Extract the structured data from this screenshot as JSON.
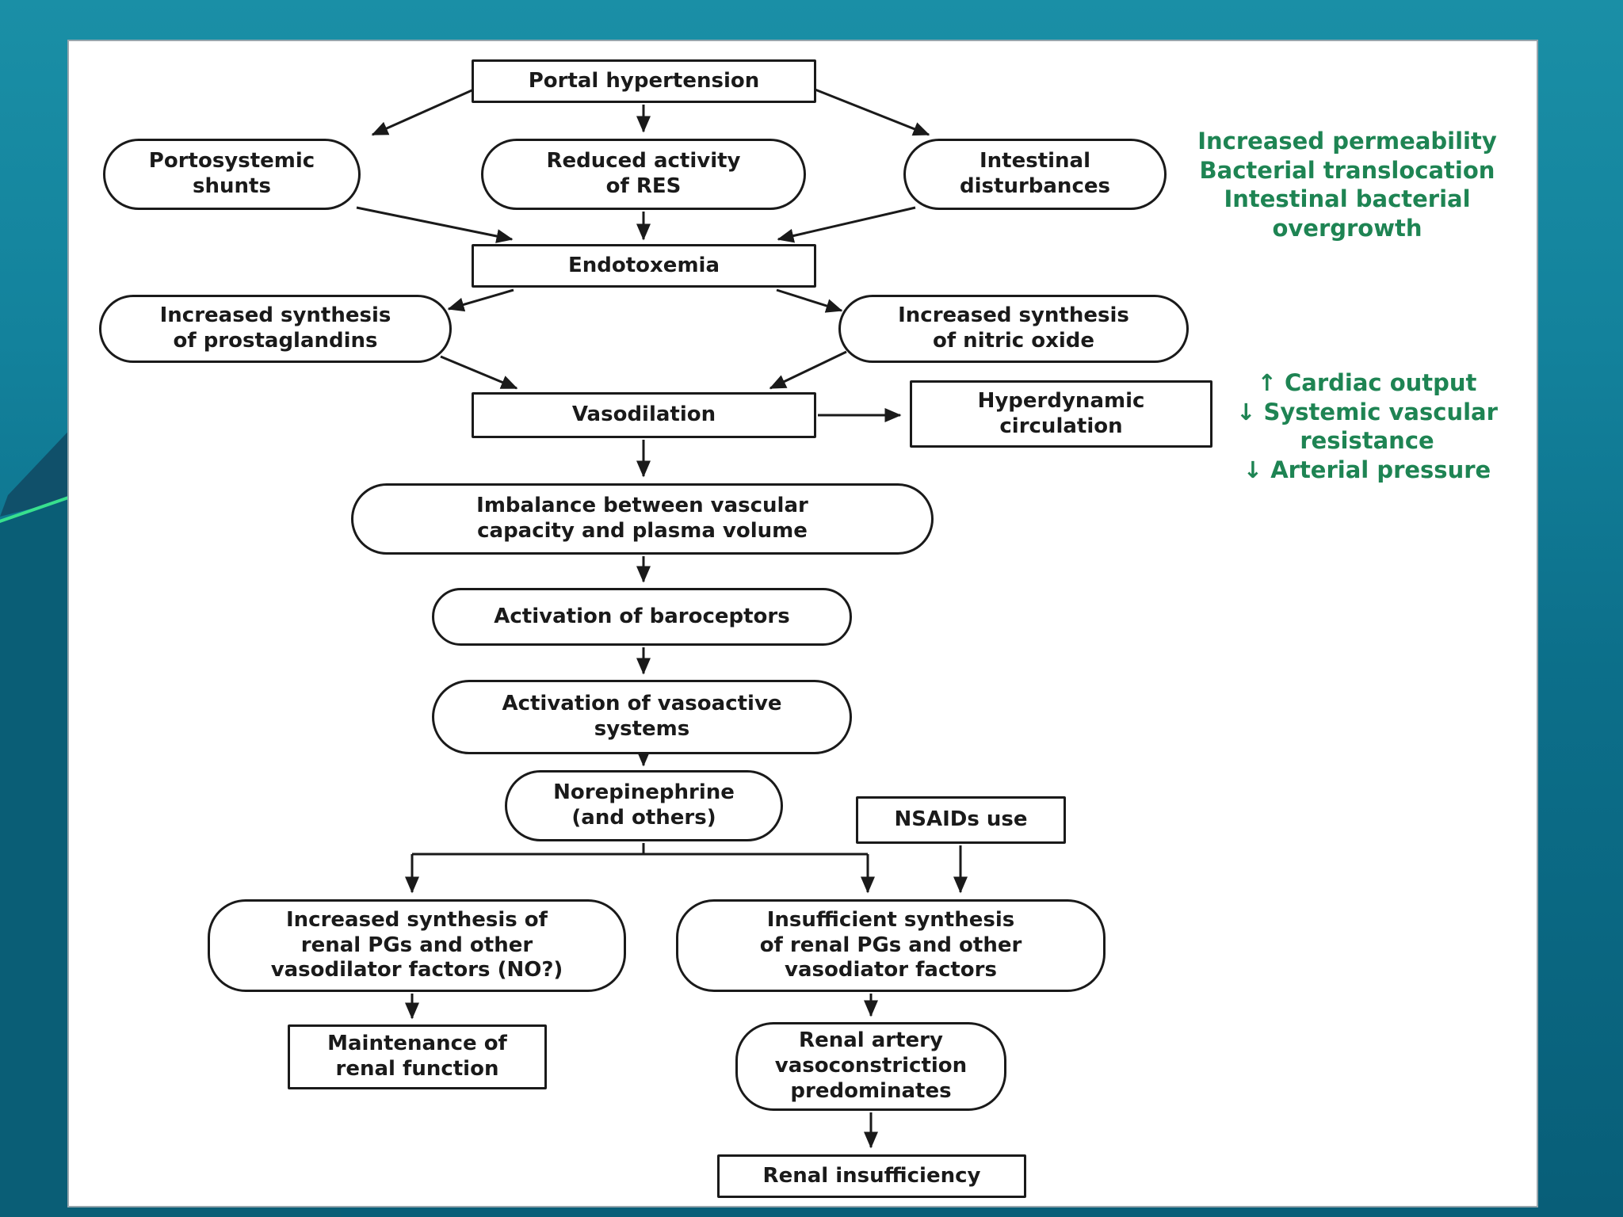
{
  "slide": {
    "background_teal_top": "#1a8fa6",
    "background_teal_bottom": "#085e78",
    "accent_line_color": "#38e08e",
    "panel_bg": "#ffffff",
    "node_border_color": "#1a1a1a",
    "annotation_color": "#1e8453"
  },
  "nodes": {
    "portal": {
      "label": "Portal hypertension"
    },
    "shunts": {
      "label": "Portosystemic\nshunts"
    },
    "res": {
      "label": "Reduced activity\nof RES"
    },
    "intestinal": {
      "label": "Intestinal\ndisturbances"
    },
    "endotoxemia": {
      "label": "Endotoxemia"
    },
    "prosta": {
      "label": "Increased synthesis\nof prostaglandins"
    },
    "nitric": {
      "label": "Increased synthesis\nof nitric oxide"
    },
    "vasodilation": {
      "label": "Vasodilation"
    },
    "hyperdynamic": {
      "label": "Hyperdynamic\ncirculation"
    },
    "imbalance": {
      "label": "Imbalance between vascular\ncapacity and plasma volume"
    },
    "baroceptors": {
      "label": "Activation of baroceptors"
    },
    "vasoactive": {
      "label": "Activation of vasoactive\nsystems"
    },
    "norepinephrine": {
      "label": "Norepinephrine\n(and others)"
    },
    "nsaids": {
      "label": "NSAIDs use"
    },
    "increnal": {
      "label": "Increased synthesis of\nrenal PGs and other\nvasodilator factors (NO?)"
    },
    "insufrenal": {
      "label": "Insufficient synthesis\nof renal PGs and other\nvasodiator factors"
    },
    "maintenance": {
      "label": "Maintenance of\nrenal function"
    },
    "renalartery": {
      "label": "Renal artery\nvasoconstriction\npredominates"
    },
    "renalinsuf": {
      "label": "Renal insufficiency"
    }
  },
  "annotations": {
    "top": {
      "text": "Increased permeability\nBacterial translocation\nIntestinal bacterial\novergrowth"
    },
    "mid": {
      "text": "↑ Cardiac output\n↓ Systemic vascular\nresistance\n↓ Arterial pressure"
    }
  }
}
